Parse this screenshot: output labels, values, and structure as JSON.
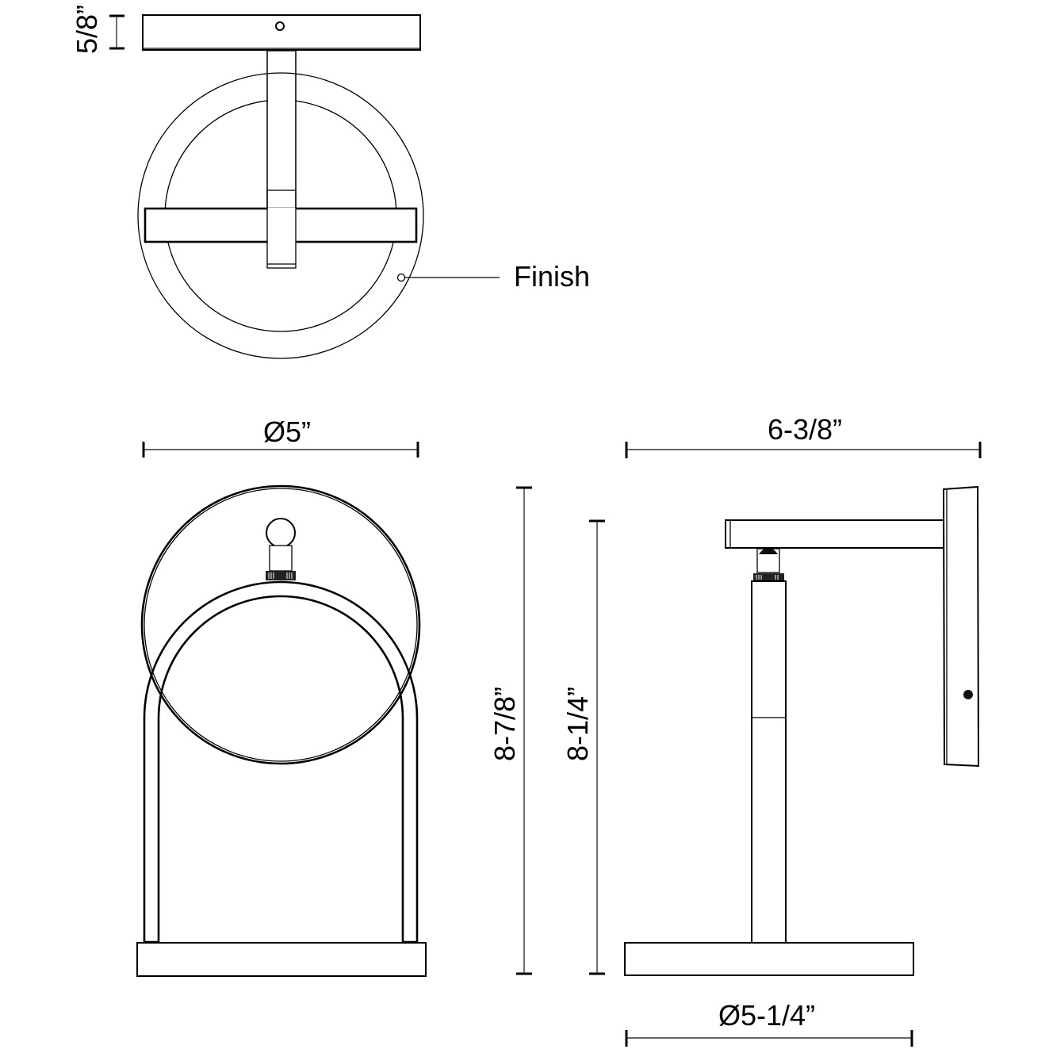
{
  "drawing": {
    "type": "technical dimension drawing",
    "subject": "wall sconce with circular backplate, arched ring arm and globe bulb",
    "views": [
      "top view",
      "front view",
      "side view"
    ]
  },
  "callouts": {
    "finish": "Finish"
  },
  "dimensions": {
    "backplate_depth": "5/8”",
    "front_width": "Ø5”",
    "overall_height": "8-7/8”",
    "side_height": "8-1/4”",
    "extension": "6-3/8”",
    "base_diameter": "Ø5-1/4”"
  },
  "colors": {
    "line": "#000000",
    "background": "#ffffff"
  }
}
